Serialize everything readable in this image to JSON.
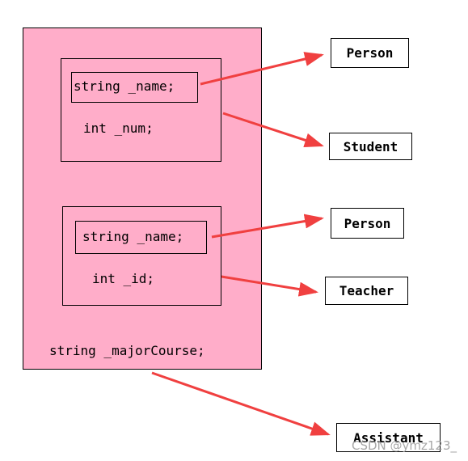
{
  "outer_box": {
    "major_course": "string _majorCourse;"
  },
  "student_part": {
    "name_field": "string _name;",
    "num_field": "int _num;"
  },
  "teacher_part": {
    "name_field": "string _name;",
    "id_field": "int _id;"
  },
  "labels": {
    "person_1": "Person",
    "student": "Student",
    "person_2": "Person",
    "teacher": "Teacher",
    "assistant": "Assistant"
  },
  "watermark": "CSDN @ymz123_",
  "colors": {
    "outer_fill": "#ffadc9",
    "arrow": "#f04040"
  }
}
